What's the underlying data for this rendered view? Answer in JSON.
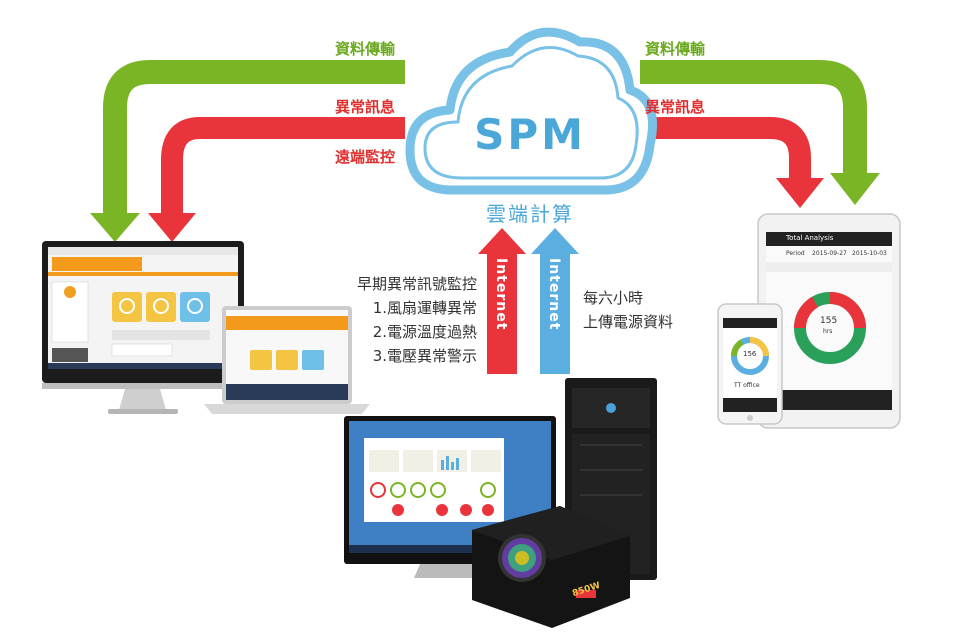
{
  "cloud": {
    "logo_text": "SPM",
    "caption": "雲端計算"
  },
  "left_flow": {
    "data_transfer": "資料傳輸",
    "alert": "異常訊息",
    "remote_monitor": "遠端監控"
  },
  "right_flow": {
    "data_transfer": "資料傳輸",
    "alert": "異常訊息"
  },
  "uplink": {
    "left_arrow_label": "Internet",
    "right_arrow_label": "Internet",
    "left_notes": [
      "早期異常訊號監控",
      "1.風扇運轉異常",
      "2.電源溫度過熱",
      "3.電壓異常警示"
    ],
    "right_notes": [
      "每六小時",
      "上傳電源資料"
    ]
  },
  "tablet": {
    "title": "Total Analysis",
    "period_label": "Period",
    "date_from": "2015-09-27",
    "date_to": "2015-10-03",
    "center_value": "155",
    "center_unit": "hrs"
  },
  "phone": {
    "center_value": "156",
    "tt_label": "TT office"
  },
  "psu": {
    "model": "850W"
  },
  "colors": {
    "green": "#7ab526",
    "red": "#e8343a",
    "blue": "#5aaee0",
    "cloud_blue": "#79c1e6"
  }
}
